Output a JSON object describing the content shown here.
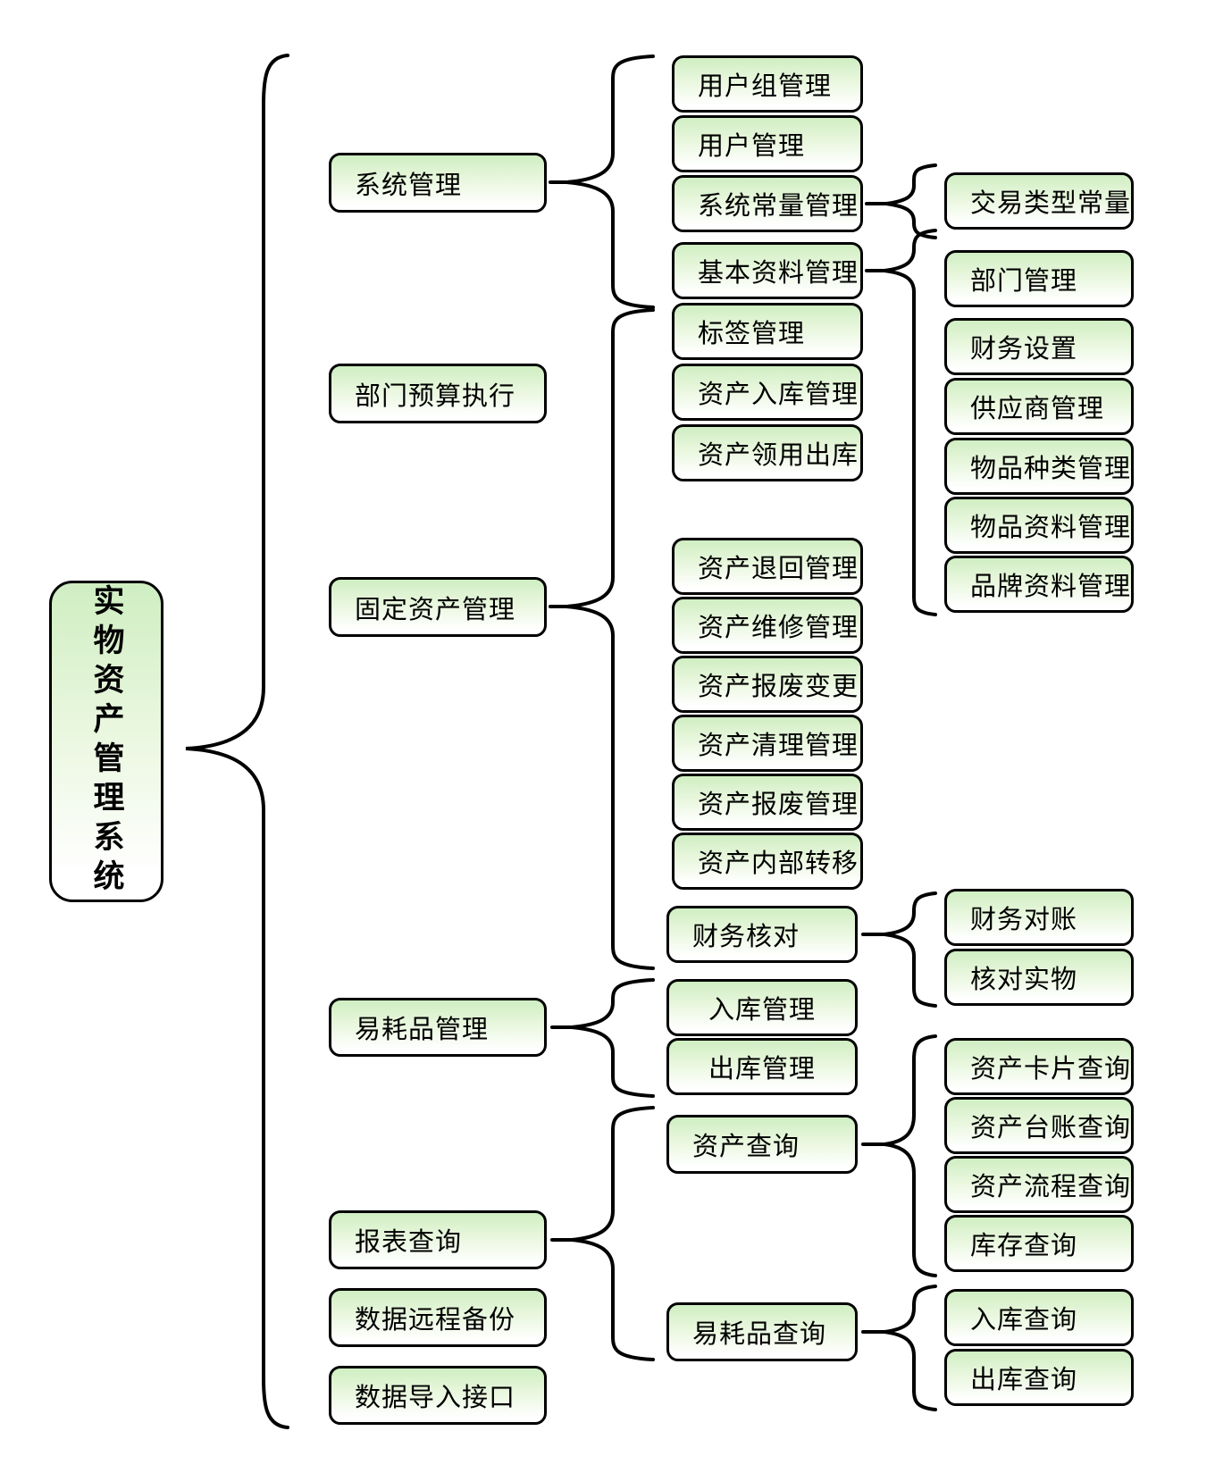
{
  "diagram_title": "实物资产管理系统",
  "colors": {
    "background": "#ffffff",
    "node_border": "#000000",
    "node_fill_top": "#cfeec2",
    "node_fill_bottom": "#ffffff",
    "connector": "#000000",
    "text": "#000000"
  },
  "root": {
    "id": "root",
    "label": "实物资产管理系统"
  },
  "tree": [
    {
      "id": "xitong-guanli",
      "label": "系统管理",
      "children": [
        {
          "id": "yonghuzu-guanli",
          "label": "用户组管理"
        },
        {
          "id": "yonghu-guanli",
          "label": "用户管理"
        },
        {
          "id": "xitong-changliang-guanli",
          "label": "系统常量管理",
          "children": [
            {
              "id": "jiaoyi-leixing-changliang",
              "label": "交易类型常量"
            }
          ]
        },
        {
          "id": "jiben-ziliao-guanli",
          "label": "基本资料管理",
          "children": [
            {
              "id": "bumen-guanli",
              "label": "部门管理"
            },
            {
              "id": "caiwu-shezhi",
              "label": "财务设置"
            },
            {
              "id": "gongyingshang-guanli",
              "label": "供应商管理"
            },
            {
              "id": "wupin-zhonglei-guanli",
              "label": "物品种类管理"
            },
            {
              "id": "wupin-ziliao-guanli",
              "label": "物品资料管理"
            },
            {
              "id": "pinpai-ziliao-guanli",
              "label": "品牌资料管理"
            }
          ]
        }
      ]
    },
    {
      "id": "bumen-yusuan-zhixing",
      "label": "部门预算执行"
    },
    {
      "id": "guding-zichan-guanli",
      "label": "固定资产管理",
      "children": [
        {
          "id": "biaoqian-guanli",
          "label": "标签管理"
        },
        {
          "id": "zichan-ruku-guanli",
          "label": "资产入库管理"
        },
        {
          "id": "zichan-lingyong-chuku",
          "label": "资产领用出库"
        },
        {
          "id": "zichan-tuihui-guanli",
          "label": "资产退回管理"
        },
        {
          "id": "zichan-weixiu-guanli",
          "label": "资产维修管理"
        },
        {
          "id": "zichan-baofei-biangeng",
          "label": "资产报废变更"
        },
        {
          "id": "zichan-qingli-guanli",
          "label": "资产清理管理"
        },
        {
          "id": "zichan-baofei-guanli",
          "label": "资产报废管理"
        },
        {
          "id": "zichan-neibu-zhuanyi",
          "label": "资产内部转移"
        },
        {
          "id": "caiwu-hedui",
          "label": "财务核对",
          "children": [
            {
              "id": "caiwu-duizhang",
              "label": "财务对账"
            },
            {
              "id": "hedui-shiwu",
              "label": "核对实物"
            }
          ]
        }
      ]
    },
    {
      "id": "yihaopin-guanli",
      "label": "易耗品管理",
      "children": [
        {
          "id": "ruku-guanli",
          "label": "入库管理"
        },
        {
          "id": "chuku-guanli",
          "label": "出库管理"
        }
      ]
    },
    {
      "id": "baobiao-chaxun",
      "label": "报表查询",
      "children": [
        {
          "id": "zichan-chaxun",
          "label": "资产查询",
          "children": [
            {
              "id": "zichan-kapian-chaxun",
              "label": "资产卡片查询"
            },
            {
              "id": "zichan-taizhang-chaxun",
              "label": "资产台账查询"
            },
            {
              "id": "zichan-liucheng-chaxun",
              "label": "资产流程查询"
            },
            {
              "id": "kucun-chaxun",
              "label": "库存查询"
            }
          ]
        },
        {
          "id": "yihaopin-chaxun",
          "label": "易耗品查询",
          "children": [
            {
              "id": "ruku-chaxun",
              "label": "入库查询"
            },
            {
              "id": "chuku-chaxun",
              "label": "出库查询"
            }
          ]
        }
      ]
    },
    {
      "id": "shuju-yuancheng-beifen",
      "label": "数据远程备份"
    },
    {
      "id": "shuju-daoru-jiekou",
      "label": "数据导入接口"
    }
  ]
}
